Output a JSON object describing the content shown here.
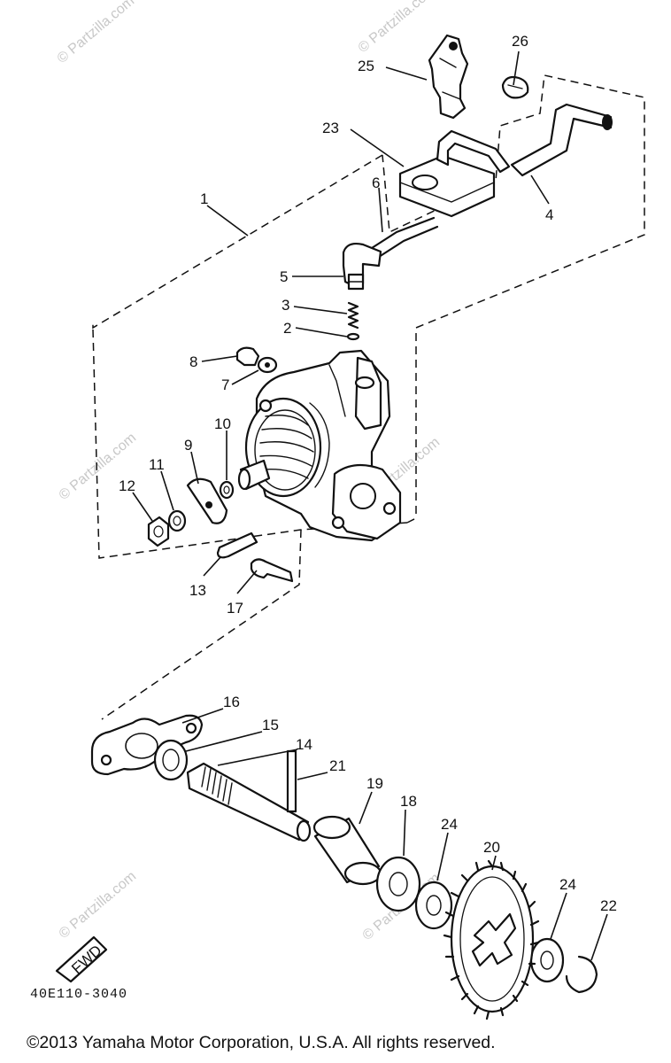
{
  "diagram": {
    "code": "40E110-3040",
    "copyright": "©2013 Yamaha Motor Corporation, U.S.A. All rights reserved.",
    "fwd_label": "FWD",
    "watermark": "© Partzilla.com",
    "callouts": {
      "c1": "1",
      "c2": "2",
      "c3": "3",
      "c4": "4",
      "c5": "5",
      "c6": "6",
      "c7": "7",
      "c8": "8",
      "c9": "9",
      "c10": "10",
      "c11": "11",
      "c12": "12",
      "c13": "13",
      "c14": "14",
      "c15": "15",
      "c16": "16",
      "c17": "17",
      "c19": "19",
      "c18": "18",
      "c20": "20",
      "c21": "21",
      "c22": "22",
      "c23": "23",
      "c24a": "24",
      "c24b": "24",
      "c25": "25",
      "c26": "26"
    }
  }
}
